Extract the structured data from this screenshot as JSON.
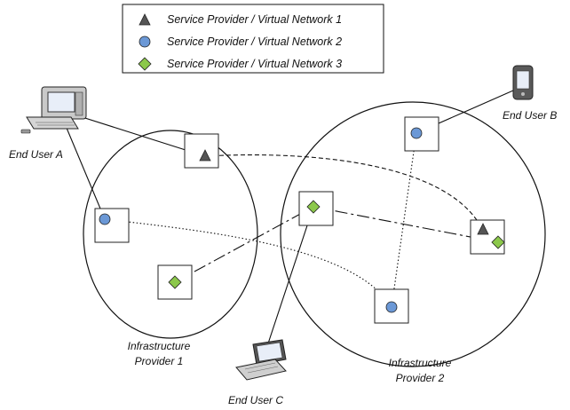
{
  "legend": {
    "items": [
      {
        "label": "Service Provider / Virtual Network 1",
        "shape": "triangle",
        "color": "#555555"
      },
      {
        "label": "Service Provider / Virtual Network 2",
        "shape": "circle",
        "color": "#6b98d6"
      },
      {
        "label": "Service Provider / Virtual Network 3",
        "shape": "diamond",
        "color": "#8cc84b"
      }
    ]
  },
  "users": {
    "a": {
      "label": "End User A",
      "icon": "desktop-computer-icon"
    },
    "b": {
      "label": "End User B",
      "icon": "mobile-phone-icon"
    },
    "c": {
      "label": "End User C",
      "icon": "laptop-icon"
    }
  },
  "infrastructure": {
    "p1": {
      "line1": "Infrastructure",
      "line2": "Provider 1"
    },
    "p2": {
      "line1": "Infrastructure",
      "line2": "Provider 2"
    }
  },
  "colors": {
    "vn1": "#555555",
    "vn2": "#6b98d6",
    "vn3": "#8cc84b",
    "stroke": "#111111"
  }
}
